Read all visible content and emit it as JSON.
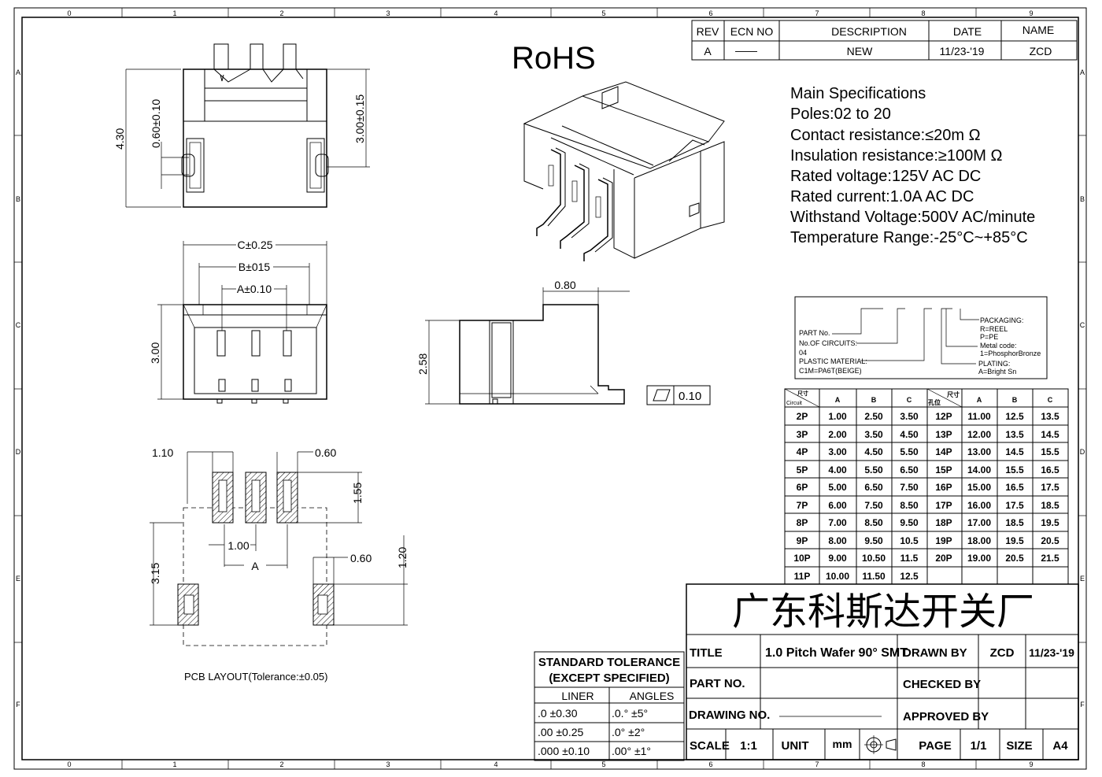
{
  "rohs": "RoHS",
  "rev_table": {
    "headers": [
      "REV",
      "ECN NO",
      "DESCRIPTION",
      "DATE",
      "NAME"
    ],
    "row": [
      "A",
      "——",
      "NEW",
      "11/23-'19",
      "ZCD"
    ]
  },
  "specs": {
    "title": "Main Specifications",
    "lines": [
      "Poles:02 to 20",
      "Contact resistance:≤20m Ω",
      "Insulation resistance:≥100M Ω",
      "Rated voltage:125V AC DC",
      "Rated current:1.0A AC DC",
      "Withstand Voltage:500V AC/minute",
      "Temperature Range:-25°C~+85°C"
    ]
  },
  "part_box": {
    "part_no": "PART No.",
    "circuits_label": "No.OF  CIRCUITS:",
    "circuits_value": "04",
    "material_label": "PLASTIC  MATERIAL:",
    "material_value": "C1M=PA6T(BEIGE)",
    "packaging_label": "PACKAGING:",
    "packaging_r": "R=REEL",
    "packaging_p": "P=PE",
    "metal_label": "Metal  code:",
    "metal_value": "1=PhosphorBronze",
    "plating_label": "PLATING:",
    "plating_value": "A=Bright  Sn"
  },
  "dim_table": {
    "corner_top": "尺寸",
    "corner_bottom": "Circuit",
    "corner_mid_top": "尺寸",
    "corner_mid_bottom": "孔位",
    "col_a": "A",
    "col_b": "B",
    "col_c": "C",
    "rows_left": [
      [
        "2P",
        "1.00",
        "2.50",
        "3.50"
      ],
      [
        "3P",
        "2.00",
        "3.50",
        "4.50"
      ],
      [
        "4P",
        "3.00",
        "4.50",
        "5.50"
      ],
      [
        "5P",
        "4.00",
        "5.50",
        "6.50"
      ],
      [
        "6P",
        "5.00",
        "6.50",
        "7.50"
      ],
      [
        "7P",
        "6.00",
        "7.50",
        "8.50"
      ],
      [
        "8P",
        "7.00",
        "8.50",
        "9.50"
      ],
      [
        "9P",
        "8.00",
        "9.50",
        "10.5"
      ],
      [
        "10P",
        "9.00",
        "10.50",
        "11.5"
      ],
      [
        "11P",
        "10.00",
        "11.50",
        "12.5"
      ]
    ],
    "rows_right": [
      [
        "12P",
        "11.00",
        "12.5",
        "13.5"
      ],
      [
        "13P",
        "12.00",
        "13.5",
        "14.5"
      ],
      [
        "14P",
        "13.00",
        "14.5",
        "15.5"
      ],
      [
        "15P",
        "14.00",
        "15.5",
        "16.5"
      ],
      [
        "16P",
        "15.00",
        "16.5",
        "17.5"
      ],
      [
        "17P",
        "16.00",
        "17.5",
        "18.5"
      ],
      [
        "18P",
        "17.00",
        "18.5",
        "19.5"
      ],
      [
        "19P",
        "18.00",
        "19.5",
        "20.5"
      ],
      [
        "20P",
        "19.00",
        "20.5",
        "21.5"
      ]
    ]
  },
  "dims": {
    "d430": "4.30",
    "d060_010": "0.60±0.10",
    "d300_015": "3.00±0.15",
    "c025": "C±0.25",
    "b015": "B±015",
    "a010": "A±0.10",
    "d300": "3.00",
    "d080": "0.80",
    "d258": "2.58",
    "flat": "0.10",
    "d110": "1.10",
    "d060a": "0.60",
    "d155": "1.55",
    "d100": "1.00",
    "dA": "A",
    "d060b": "0.60",
    "d120": "1.20",
    "d315": "3.15"
  },
  "pcb_layout": "PCB  LAYOUT(Tolerance:±0.05)",
  "tolerance": {
    "title1": "STANDARD TOLERANCE",
    "title2": "(EXCEPT  SPECIFIED)",
    "liner": "LINER",
    "angles": "ANGLES",
    "rows": [
      [
        ".0   ±0.30",
        ".0.°   ±5°"
      ],
      [
        ".00  ±0.25",
        ".0°  ±2°"
      ],
      [
        ".000 ±0.10",
        ".00° ±1°"
      ]
    ]
  },
  "title_block": {
    "company": "广东科斯达开关厂",
    "title_label": "TITLE",
    "title_value": "1.0 Pitch Wafer 90° SMT",
    "drawn_by_label": "DRAWN BY",
    "drawn_by_value": "ZCD",
    "drawn_date": "11/23-'19",
    "part_no_label": "PART NO.",
    "checked_by_label": "CHECKED BY",
    "drawing_no_label": "DRAWING NO.",
    "approved_by_label": "APPROVED BY",
    "scale_label": "SCALE",
    "scale_value": "1:1",
    "unit_label": "UNIT",
    "unit_value": "mm",
    "page_label": "PAGE",
    "page_value": "1/1",
    "size_label": "SIZE",
    "size_value": "A4"
  },
  "border": {
    "cols": [
      "0",
      "1",
      "2",
      "3",
      "4",
      "5",
      "6",
      "7",
      "8",
      "9"
    ],
    "rows": [
      "A",
      "B",
      "C",
      "D",
      "E",
      "F"
    ]
  }
}
